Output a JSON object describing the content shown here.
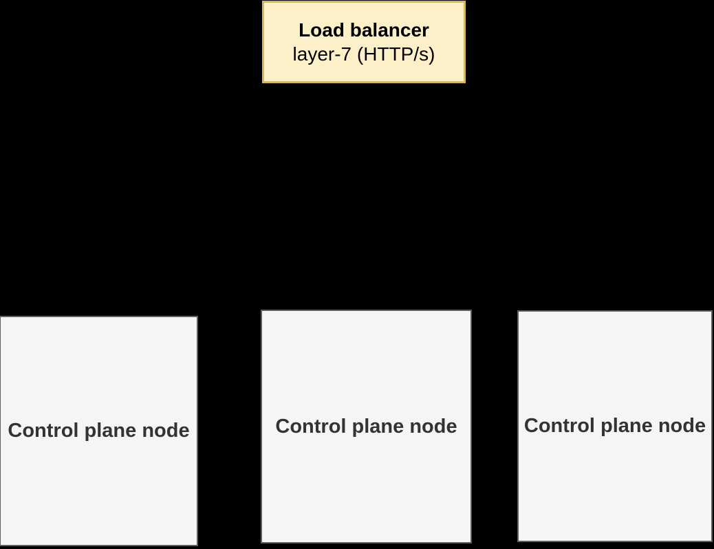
{
  "diagram": {
    "load_balancer": {
      "title": "Load balancer",
      "subtitle": "layer-7 (HTTP/s)"
    },
    "control_plane_nodes": [
      {
        "label": "Control plane node"
      },
      {
        "label": "Control plane node"
      },
      {
        "label": "Control plane node"
      }
    ],
    "colors": {
      "background": "#000000",
      "load_balancer_fill": "#FCF0C8",
      "load_balancer_border": "#D8B95B",
      "load_balancer_text": "#000000",
      "node_fill": "#F5F5F5",
      "node_border": "#5F5F5F",
      "node_text": "#333333"
    }
  }
}
